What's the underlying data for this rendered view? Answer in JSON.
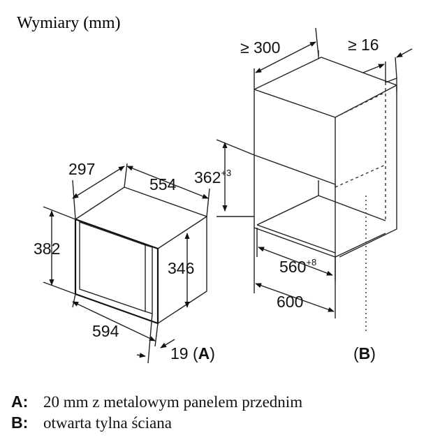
{
  "title": "Wymiary (mm)",
  "microwave": {
    "depth": "297",
    "width": "554",
    "height": "382",
    "door_height": "346",
    "front_width": "594",
    "front_offset": "19",
    "label": "A"
  },
  "niche": {
    "depth_min": "≥ 300",
    "gap_min": "≥ 16",
    "opening_height": "362",
    "opening_height_tol": "+3",
    "opening_width": "560",
    "opening_width_tol": "+8",
    "cabinet_width": "600",
    "label": "B"
  },
  "legend": [
    {
      "key": "A",
      "text": "20 mm z metalowym panelem przednim"
    },
    {
      "key": "B",
      "text": "otwarta tylna ściana"
    }
  ]
}
